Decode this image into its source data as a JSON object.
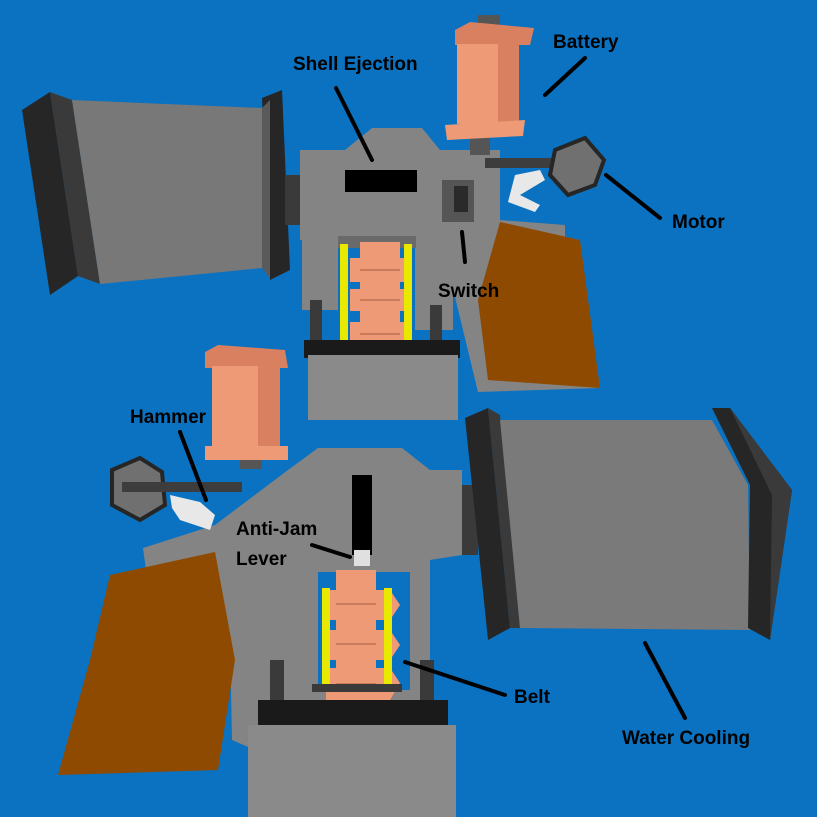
{
  "colors": {
    "background": "#0a72c0",
    "body": "#808080",
    "body_dark": "#5a5a5a",
    "frame": "#262626",
    "copper": "#ef9a76",
    "wood": "#8e4a00",
    "yellow": "#e8e800",
    "white": "#e8e8e8"
  },
  "labels": {
    "battery": "Battery",
    "shell_ejection": "Shell Ejection",
    "motor": "Motor",
    "switch": "Switch",
    "hammer": "Hammer",
    "anti_jam_line1": "Anti-Jam",
    "anti_jam_line2": "Lever",
    "belt": "Belt",
    "water_cooling": "Water Cooling"
  }
}
